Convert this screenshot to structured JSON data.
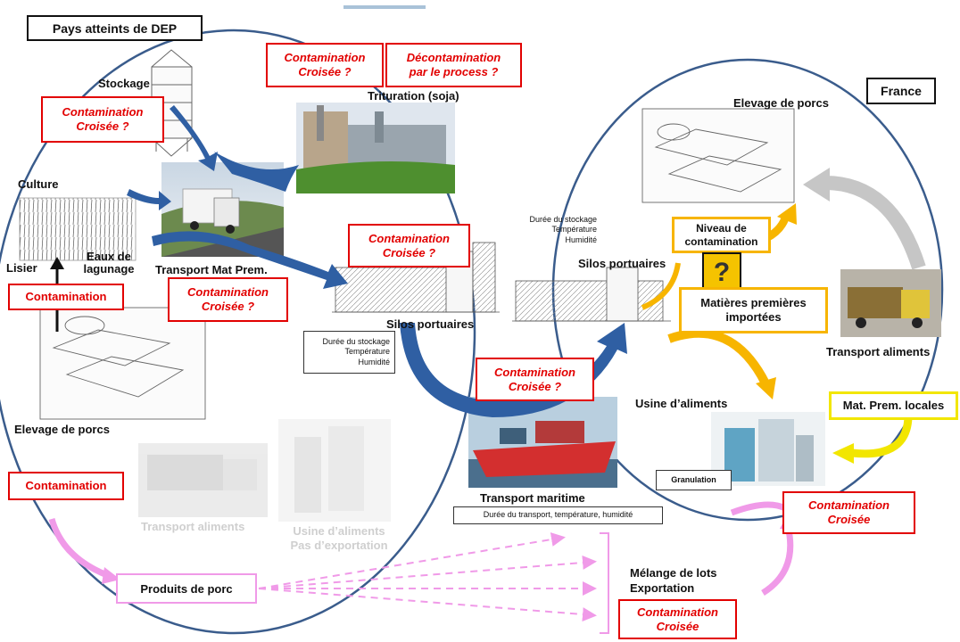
{
  "regions": {
    "dep_title": "Pays atteints de DEP",
    "france_title": "France"
  },
  "left_cycle": {
    "stockage": "Stockage",
    "culture": "Culture",
    "lisier": "Lisier",
    "eaux_de_lagunage": [
      "Eaux de",
      "lagunage"
    ],
    "transport_mat_prem": "Transport Mat Prem.",
    "elevage_de_porcs": "Elevage de porcs",
    "transport_aliments_faded": "Transport aliments",
    "usine_faded": [
      "Usine d’aliments",
      "Pas d’exportation"
    ],
    "produits_de_porc": "Produits de porc"
  },
  "center": {
    "trituration": "Trituration (soja)",
    "silos_portuaires_left": "Silos portuaires",
    "silos_portuaires_right": "Silos portuaires",
    "transport_maritime": "Transport maritime",
    "storage_note_left": [
      "Durée du stockage",
      "Température",
      "Humidité"
    ],
    "storage_note_right": [
      "Durée du stockage",
      "Température",
      "Humidité"
    ],
    "transport_note": "Durée du transport, température, humidité"
  },
  "right_cycle": {
    "elevage_de_porcs": "Elevage de porcs",
    "niveau_de_contamination": [
      "Niveau de",
      "contamination"
    ],
    "question_mark": "?",
    "matieres_premieres_importees": [
      "Matières premières",
      "importées"
    ],
    "transport_aliments": "Transport aliments",
    "usine_d_aliments": "Usine d’aliments",
    "mat_prem_locales": "Mat. Prem. locales",
    "granulation": "Granulation",
    "melange_de_lots": [
      "Mélange de lots",
      "Exportation"
    ]
  },
  "contamination_boxes": {
    "stockage": [
      "Contamination",
      "Croisée ?"
    ],
    "trituration": [
      "Contamination",
      "Croisée ?"
    ],
    "decontamination": [
      "Décontamination",
      "par le process ?"
    ],
    "silos_left": [
      "Contamination",
      "Croisée ?"
    ],
    "transport_mat_prem": [
      "Contamination",
      "Croisée ?"
    ],
    "lisier": "Contamination",
    "elevage": "Contamination",
    "maritime": [
      "Contamination",
      "Croisée ?"
    ],
    "usine_france": [
      "Contamination",
      "Croisée"
    ],
    "export": [
      "Contamination",
      "Croisée"
    ]
  },
  "colors": {
    "contamination_red": "#e20000",
    "arrow_blue": "#2f5fa3",
    "circle_blue": "#3a5c8c",
    "import_yellow": "#f7b500",
    "local_yellow": "#f2e600",
    "pink": "#f09ae8",
    "grey_arrow": "#c6c6c6"
  },
  "icons": [
    "arrow-up-icon",
    "question-mark-icon"
  ]
}
